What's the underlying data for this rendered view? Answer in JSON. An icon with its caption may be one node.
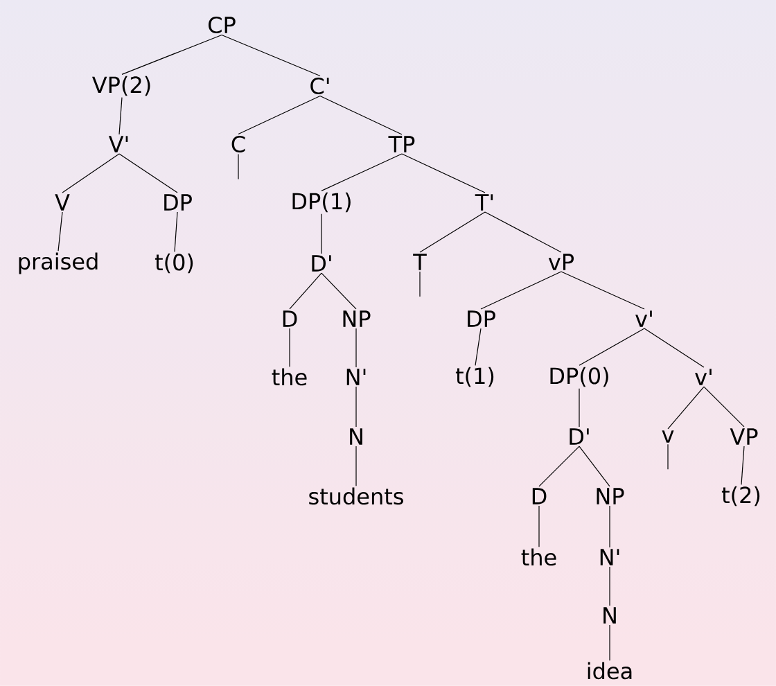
{
  "diagram": {
    "nodes": [
      {
        "text": [
          "CP"
        ]
      },
      {
        "text": [
          "VP(2)"
        ]
      },
      {
        "text": [
          "V'"
        ]
      },
      {
        "text": [
          "V"
        ]
      },
      {
        "text": [
          "DP"
        ]
      },
      {
        "text": [
          "praised"
        ]
      },
      {
        "text": [
          "t(0)"
        ]
      },
      {
        "text": [
          "C'"
        ]
      },
      {
        "text": [
          "C"
        ]
      },
      {
        "text": [
          "TP"
        ]
      },
      {
        "text": [
          "DP(1)"
        ]
      },
      {
        "text": [
          "D'"
        ]
      },
      {
        "text": [
          "D"
        ]
      },
      {
        "text": [
          "NP"
        ]
      },
      {
        "text": [
          "the"
        ]
      },
      {
        "text": [
          "N'"
        ]
      },
      {
        "text": [
          "N"
        ]
      },
      {
        "text": [
          "students"
        ]
      },
      {
        "text": [
          "T'"
        ]
      },
      {
        "text": [
          "T"
        ]
      },
      {
        "text": [
          "vP"
        ]
      },
      {
        "text": [
          "DP"
        ]
      },
      {
        "text": [
          "t(1)"
        ]
      },
      {
        "text": [
          "v'"
        ]
      },
      {
        "text": [
          "DP(0)"
        ]
      },
      {
        "text": [
          "v'"
        ]
      },
      {
        "text": [
          "D'"
        ]
      },
      {
        "text": [
          "v"
        ]
      },
      {
        "text": [
          "VP"
        ]
      },
      {
        "text": [
          "D"
        ]
      },
      {
        "text": [
          "NP"
        ]
      },
      {
        "text": [
          "t(2)"
        ]
      },
      {
        "text": [
          "the"
        ]
      },
      {
        "text": [
          "N'"
        ]
      },
      {
        "text": [
          "N"
        ]
      },
      {
        "text": [
          "idea"
        ]
      }
    ],
    "edges": [
      {
        "from": 0,
        "to": 1,
        "arrow": "none"
      },
      {
        "from": 0,
        "to": 7,
        "arrow": "none"
      },
      {
        "from": 1,
        "to": 2,
        "arrow": "none"
      },
      {
        "from": 2,
        "to": 3,
        "arrow": "none"
      },
      {
        "from": 2,
        "to": 4,
        "arrow": "none"
      },
      {
        "from": 3,
        "to": 5,
        "arrow": "none"
      },
      {
        "from": 4,
        "to": 6,
        "arrow": "none"
      },
      {
        "from": 7,
        "to": 8,
        "arrow": "none"
      },
      {
        "from": 7,
        "to": 9,
        "arrow": "none"
      },
      {
        "from": 8,
        "to": null,
        "arrow": "none"
      },
      {
        "from": 9,
        "to": 10,
        "arrow": "none"
      },
      {
        "from": 9,
        "to": 18,
        "arrow": "none"
      },
      {
        "from": 10,
        "to": 11,
        "arrow": "none"
      },
      {
        "from": 11,
        "to": 12,
        "arrow": "none"
      },
      {
        "from": 11,
        "to": 13,
        "arrow": "none"
      },
      {
        "from": 12,
        "to": 14,
        "arrow": "none"
      },
      {
        "from": 13,
        "to": 15,
        "arrow": "none"
      },
      {
        "from": 15,
        "to": 16,
        "arrow": "none"
      },
      {
        "from": 16,
        "to": 17,
        "arrow": "none"
      },
      {
        "from": 18,
        "to": 19,
        "arrow": "none"
      },
      {
        "from": 18,
        "to": 20,
        "arrow": "none"
      },
      {
        "from": 19,
        "to": null,
        "arrow": "none"
      },
      {
        "from": 20,
        "to": 21,
        "arrow": "none"
      },
      {
        "from": 20,
        "to": 23,
        "arrow": "none"
      },
      {
        "from": 21,
        "to": 22,
        "arrow": "none"
      },
      {
        "from": 23,
        "to": 24,
        "arrow": "none"
      },
      {
        "from": 23,
        "to": 25,
        "arrow": "none"
      },
      {
        "from": 24,
        "to": 26,
        "arrow": "none"
      },
      {
        "from": 25,
        "to": 27,
        "arrow": "none"
      },
      {
        "from": 25,
        "to": 28,
        "arrow": "none"
      },
      {
        "from": 26,
        "to": 29,
        "arrow": "none"
      },
      {
        "from": 26,
        "to": 30,
        "arrow": "none"
      },
      {
        "from": 27,
        "to": null,
        "arrow": "none"
      },
      {
        "from": 28,
        "to": 31,
        "arrow": "none"
      },
      {
        "from": 29,
        "to": 32,
        "arrow": "none"
      },
      {
        "from": 30,
        "to": 33,
        "arrow": "none"
      },
      {
        "from": 33,
        "to": 34,
        "arrow": "none"
      },
      {
        "from": 34,
        "to": 35,
        "arrow": "none"
      }
    ]
  }
}
